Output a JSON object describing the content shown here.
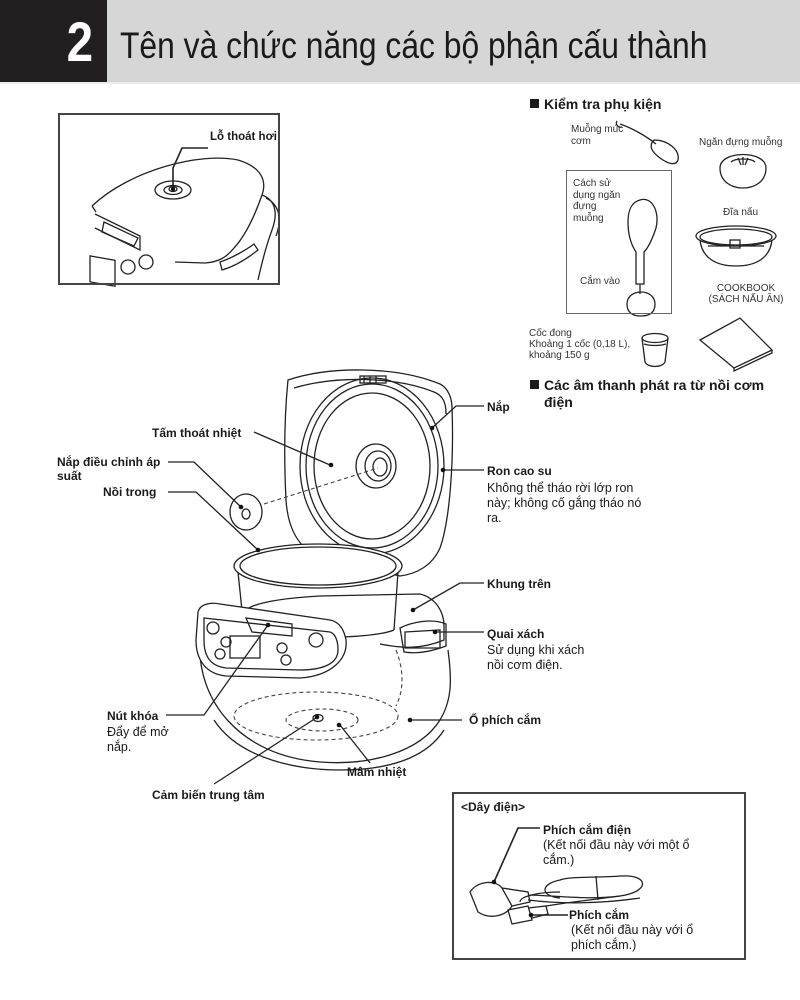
{
  "header": {
    "section_number": "2",
    "title": "Tên và chức năng các bộ phận cấu thành"
  },
  "inset_top": {
    "steam_vent_label": "Lỗ thoát hơi"
  },
  "accessories": {
    "heading": "Kiểm tra phụ kiện",
    "rice_scoop": "Muỗng múc cơm",
    "scoop_holder": "Ngăn đựng muỗng",
    "scoop_holder_usage": {
      "title": "Cách sử dụng ngăn đựng muỗng",
      "insert": "Cắm vào"
    },
    "steam_plate": "Đĩa nấu",
    "cookbook": "COOKBOOK",
    "cookbook_sub": "(SÁCH NẤU ĂN)",
    "measuring_cup": {
      "name": "Cốc đong",
      "detail1": "Khoảng 1 cốc (0,18 L),",
      "detail2": "khoảng 150 g"
    }
  },
  "sounds": {
    "heading_line1": "Các âm thanh phát ra từ nồi cơm",
    "heading_line2": "điện"
  },
  "parts": {
    "lid": "Nắp",
    "heat_plate": "Tấm thoát nhiệt",
    "pressure_cap": "Nắp điều chỉnh áp suất",
    "inner_pot": "Nồi trong",
    "rubber_seal": {
      "name": "Ron cao su",
      "desc": "Không thể tháo rời lớp ron này; không cố gắng tháo nó ra."
    },
    "upper_frame": "Khung trên",
    "handle": {
      "name": "Quai xách",
      "desc": "Sử dụng khi xách nồi cơm điện."
    },
    "power_socket": "Ổ phích cắm",
    "lock_button": {
      "name": "Nút khóa",
      "desc": "Đẩy để mở nắp."
    },
    "heating_plate": "Mâm nhiệt",
    "center_sensor": "Cảm biến trung tâm"
  },
  "power_cord": {
    "heading": "<Dây điện>",
    "power_plug": {
      "name": "Phích cắm điện",
      "desc": "(Kết nối đầu này với một ổ cắm.)"
    },
    "appliance_plug": {
      "name": "Phích cắm",
      "desc": "(Kết nối đầu này với ổ phích cắm.)"
    }
  }
}
